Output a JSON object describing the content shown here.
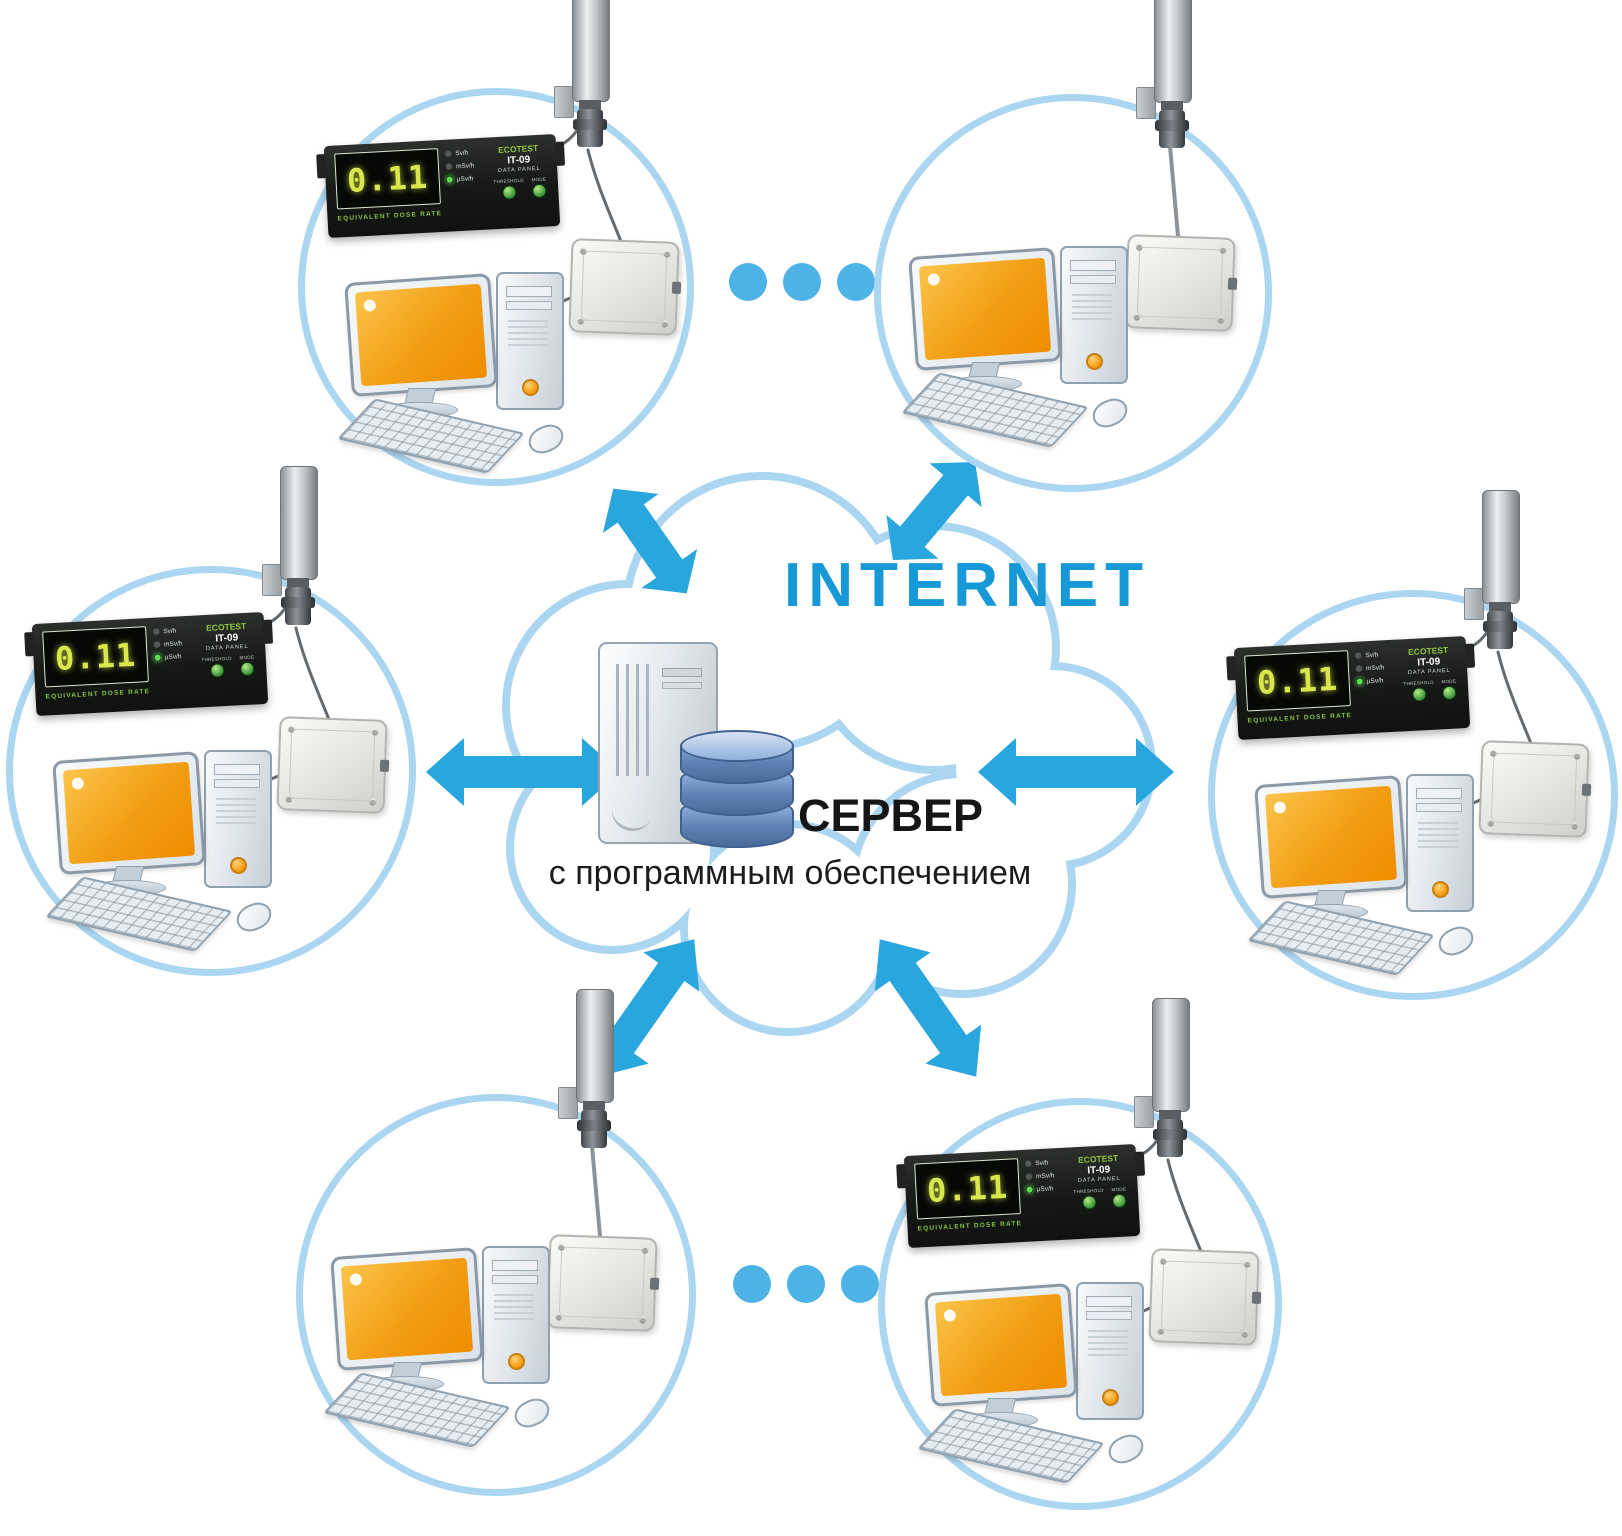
{
  "page": {
    "internet_label": "INTERNET"
  },
  "server": {
    "title": "СЕРВЕР",
    "subtitle": "с программным обеспечением"
  },
  "panel": {
    "brand": "ECOTEST",
    "model": "IT-09",
    "type": "DATA PANEL",
    "value": "0.11",
    "caption": "EQUIVALENT DOSE RATE",
    "units": [
      "Sv/h",
      "mSv/h",
      "µSv/h"
    ],
    "buttons": [
      "THRESHOLD",
      "MODE"
    ]
  },
  "colors": {
    "arrow": "#2aa6df",
    "circle_ring": "#abd6f1",
    "internet_text": "#1699d6",
    "panel_digits": "#d8e84c",
    "screen_orange": "#f29d13",
    "database_blue": "#5d81b4"
  }
}
